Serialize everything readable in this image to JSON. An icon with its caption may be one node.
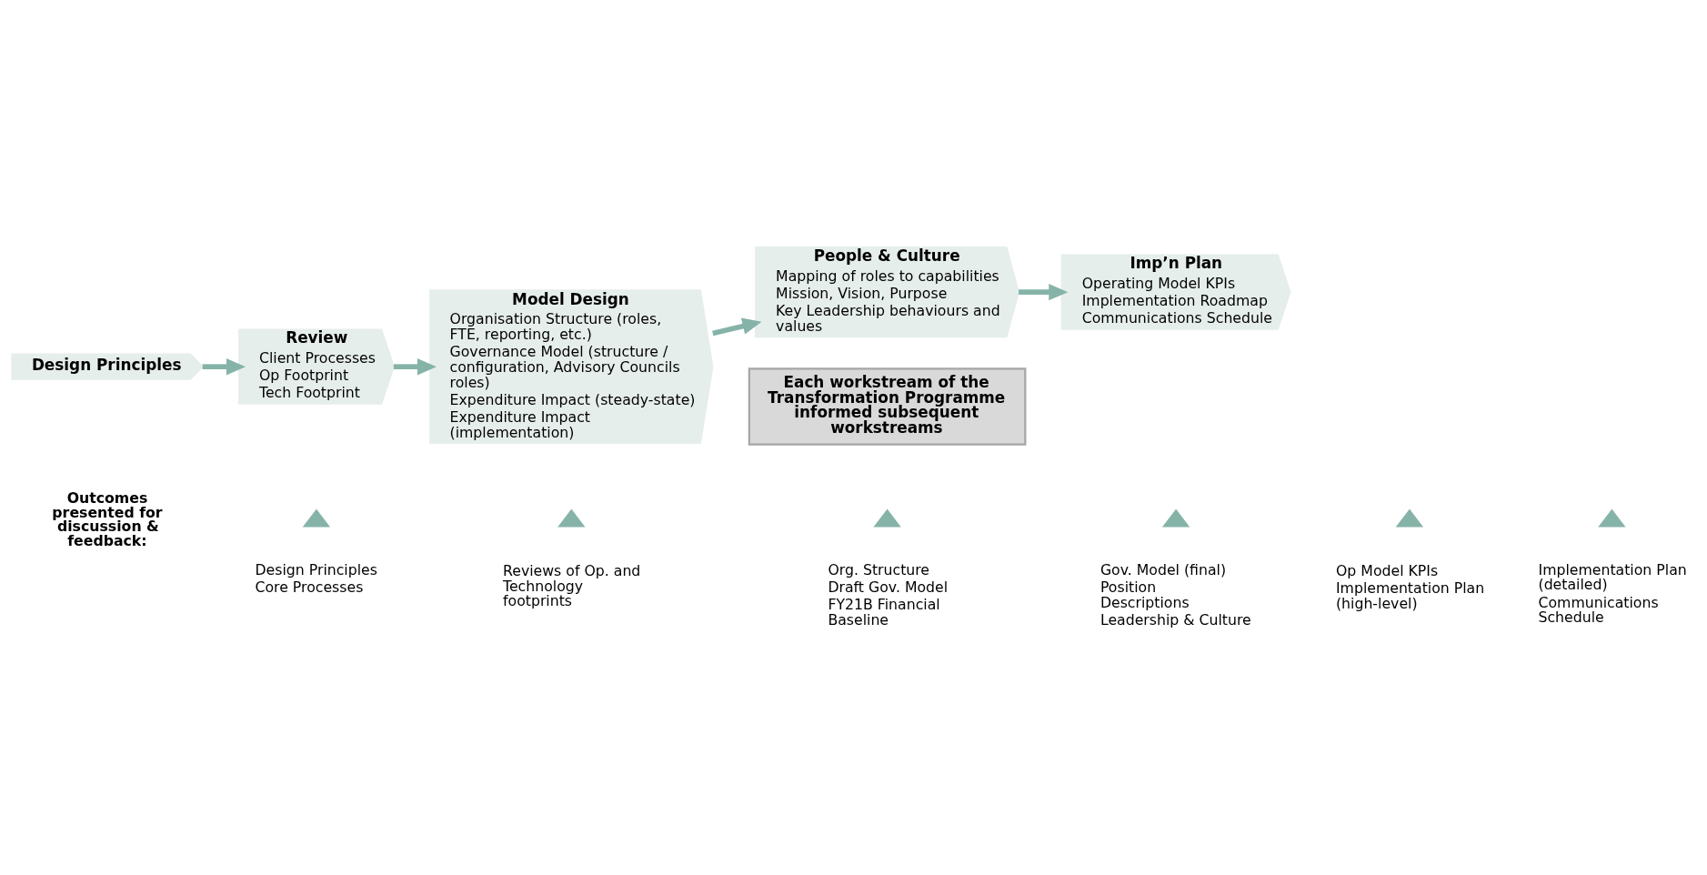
{
  "diagram": {
    "nodes": [
      {
        "text": [
          "Design Principles"
        ]
      },
      {
        "text": [
          "Review",
          "Client Processes",
          "Op Footprint",
          "Tech Footprint"
        ]
      },
      {
        "text": [
          "Model Design",
          "Organisation Structure (roles, FTE, reporting, etc.)",
          "Governance Model (structure / configuration, Advisory Councils roles)",
          "Expenditure Impact (steady-state)",
          "Expenditure Impact (implementation)"
        ]
      },
      {
        "text": [
          "People & Culture",
          "Mapping of roles to capabilities",
          "Mission, Vision, Purpose",
          "Key Leadership behaviours and values"
        ]
      },
      {
        "text": [
          "Imp’n Plan",
          "Operating Model KPIs",
          "Implementation Roadmap",
          "Communications Schedule"
        ]
      },
      {
        "text": [
          "Each workstream of the Transformation Programme informed subsequent workstreams"
        ]
      },
      {
        "text": [],
        "shape": "triangle",
        "beside": [
          "Design Principles",
          "Core Processes"
        ]
      },
      {
        "text": [],
        "shape": "triangle",
        "beside": [
          "Reviews of Op. and Technology footprints"
        ]
      },
      {
        "text": [],
        "shape": "triangle",
        "beside": [
          "Org. Structure",
          "Draft Gov. Model",
          "FY21B Financial Baseline"
        ]
      },
      {
        "text": [],
        "shape": "triangle",
        "beside": [
          "Gov. Model (final)",
          "Position Descriptions",
          "Leadership & Culture"
        ]
      },
      {
        "text": [],
        "shape": "triangle",
        "beside": [
          "Op Model KPIs",
          "Implementation Plan (high-level)"
        ]
      },
      {
        "text": [],
        "shape": "triangle",
        "beside": [
          "Implementation Plan (detailed)",
          "Communications Schedule"
        ]
      }
    ],
    "edges": [
      {
        "from": 0,
        "to": 1,
        "arrow": "to"
      },
      {
        "from": 1,
        "to": 2,
        "arrow": "to"
      },
      {
        "from": 2,
        "to": 3,
        "arrow": "to"
      },
      {
        "from": 3,
        "to": 4,
        "arrow": "to"
      }
    ],
    "labels": [
      "Outcomes presented for discussion & feedback:"
    ]
  }
}
